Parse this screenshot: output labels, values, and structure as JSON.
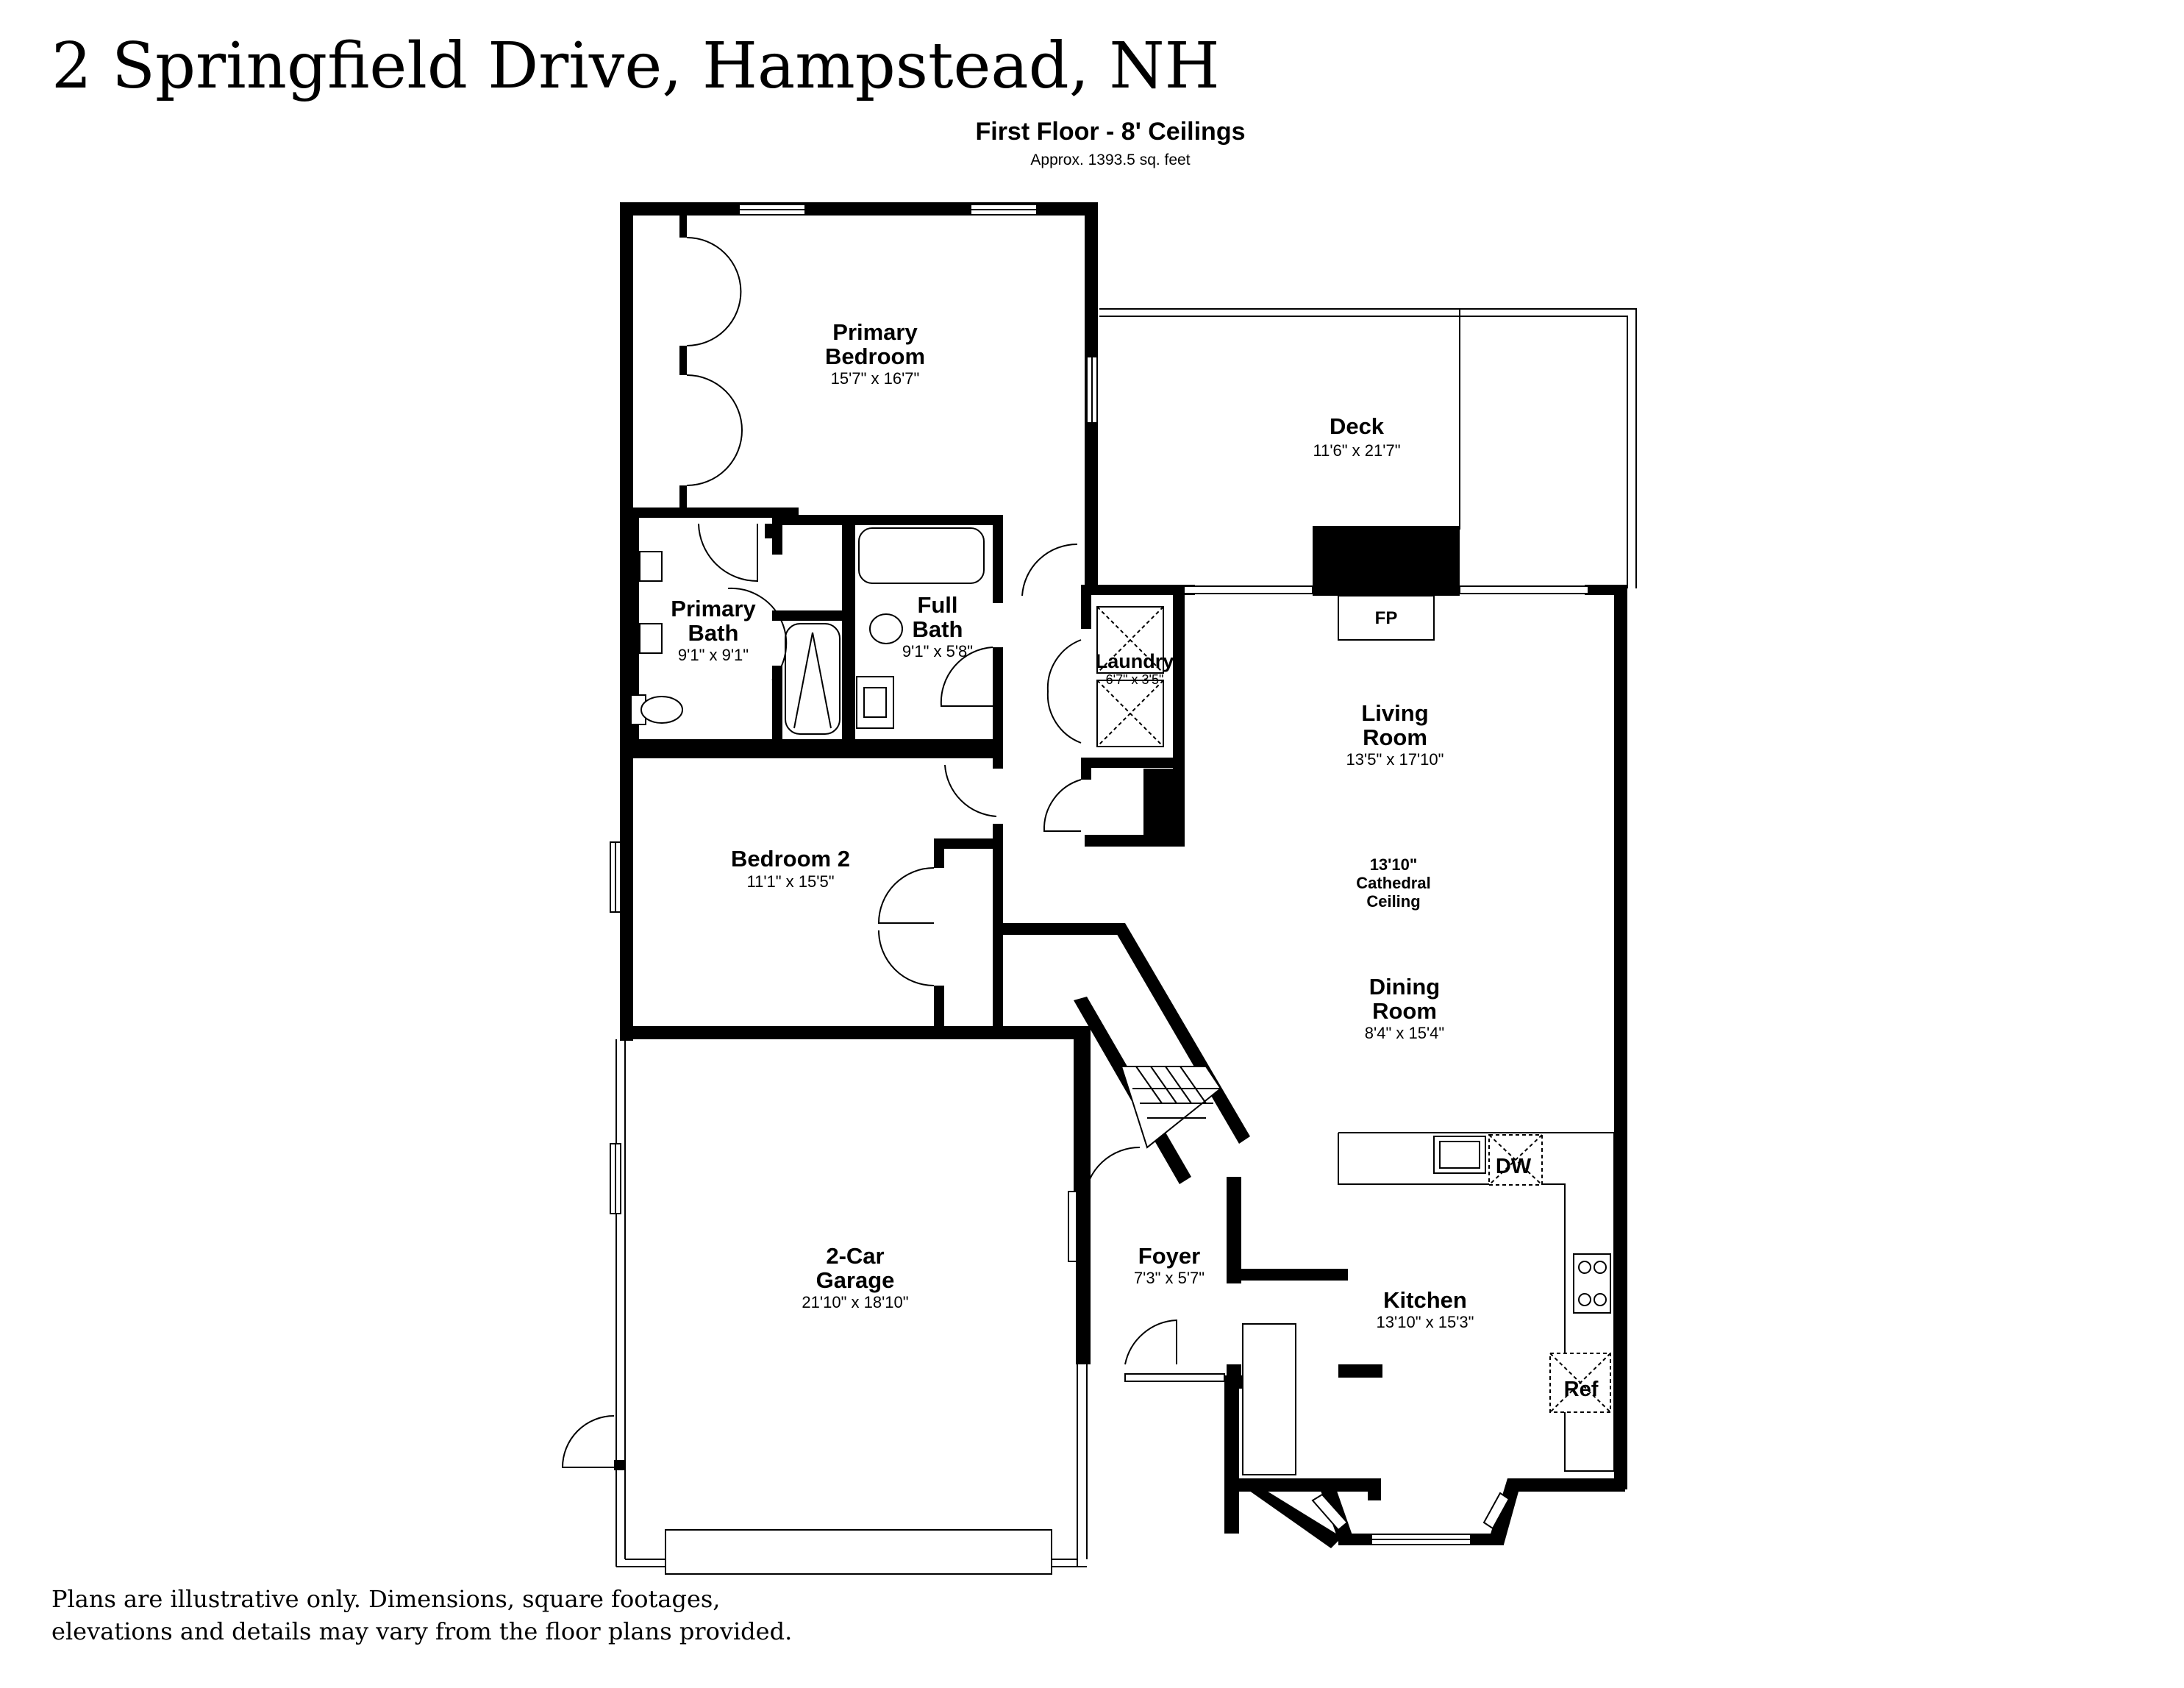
{
  "address": "2 Springfield Drive, Hampstead, NH",
  "floor": {
    "title": "First Floor - 8' Ceilings",
    "area": "Approx. 1393.5 sq. feet"
  },
  "rooms": {
    "primary_bedroom": {
      "name_line1": "Primary",
      "name_line2": "Bedroom",
      "dims": "15'7\" x 16'7\""
    },
    "deck": {
      "name": "Deck",
      "dims": "11'6\" x 21'7\""
    },
    "fireplace": {
      "label": "FP"
    },
    "primary_bath": {
      "name_line1": "Primary",
      "name_line2": "Bath",
      "dims": "9'1\" x 9'1\""
    },
    "full_bath": {
      "name_line1": "Full",
      "name_line2": "Bath",
      "dims": "9'1\" x 5'8\""
    },
    "laundry": {
      "name": "Laundry",
      "dims": "6'7\" x 3'5\""
    },
    "living_room": {
      "name": "Living",
      "name_line2": "Room",
      "dims": "13'5\" x 17'10\""
    },
    "cathedral": {
      "line1": "13'10\"",
      "line2": "Cathedral",
      "line3": "Ceiling"
    },
    "bedroom_2": {
      "name": "Bedroom 2",
      "dims": "11'1\" x 15'5\""
    },
    "dining_room": {
      "name": "Dining",
      "name_line2": "Room",
      "dims": "8'4\" x 15'4\""
    },
    "dishwasher": {
      "label": "DW"
    },
    "foyer": {
      "name": "Foyer",
      "dims": "7'3\" x 5'7\""
    },
    "garage": {
      "name_line1": "2-Car",
      "name_line2": "Garage",
      "dims": "21'10\" x 18'10\""
    },
    "kitchen": {
      "name": "Kitchen",
      "dims": "13'10\" x 15'3\""
    },
    "refrigerator": {
      "label": "Ref"
    }
  },
  "disclaimer": {
    "line1": "Plans are illustrative only. Dimensions, square footages,",
    "line2": "elevations and details may vary from the floor plans provided."
  }
}
